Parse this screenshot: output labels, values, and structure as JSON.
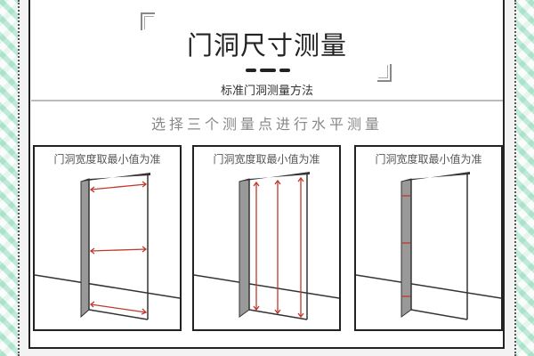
{
  "header": {
    "title": "门洞尺寸测量",
    "subtitle": "标准门洞测量方法"
  },
  "section": {
    "title": "选择三个测量点进行水平测量"
  },
  "panels": [
    {
      "label": "门洞宽度取最小值为准",
      "measure": "horizontal-width-three-points"
    },
    {
      "label": "门洞宽度取最小值为准",
      "measure": "vertical-height-three-points"
    },
    {
      "label": "门洞宽度取最小值为准",
      "measure": "wall-thickness-three-points"
    }
  ],
  "colors": {
    "measure_line": "#c0392b",
    "background_pattern": "#9edcc0",
    "frame": "#222222"
  }
}
